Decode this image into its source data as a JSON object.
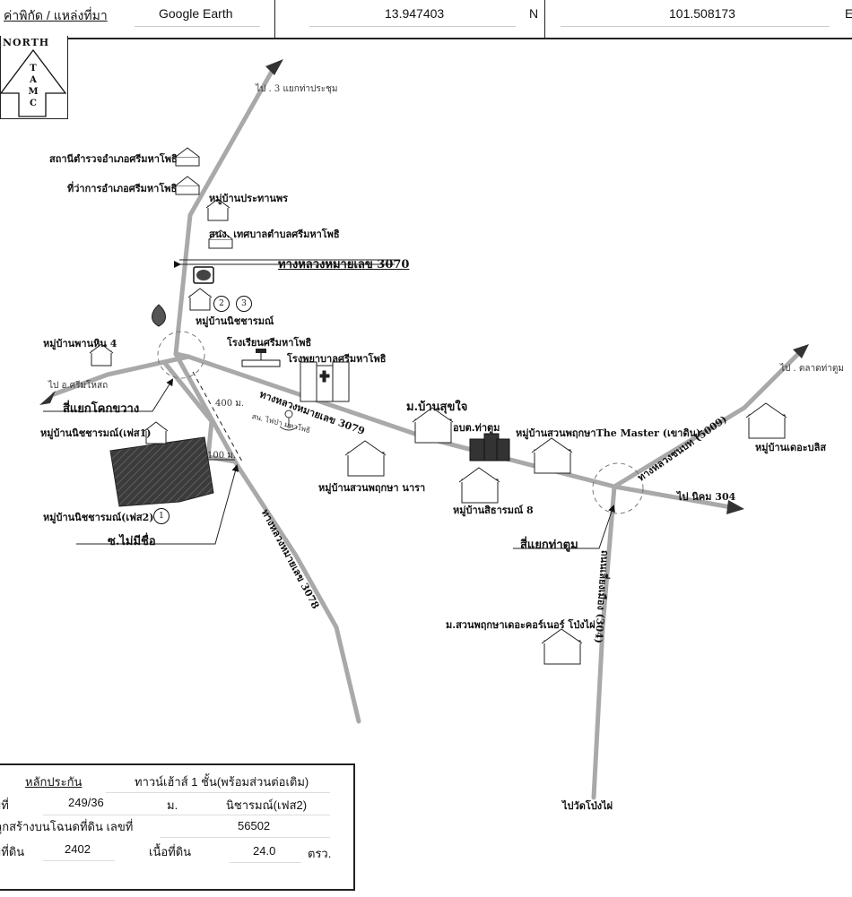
{
  "header": {
    "source_label": "ค่าพิกัด / แหล่งที่มา",
    "source_value": "Google Earth",
    "latitude": "13.947403",
    "lat_dir": "N",
    "longitude": "101.508173",
    "lon_dir": "E"
  },
  "north_arrow": {
    "label": "NORTH",
    "letters": [
      "T",
      "A",
      "M",
      "C"
    ]
  },
  "map": {
    "destinations": {
      "north": "ไป . 3 แยกท่าประชุม",
      "west": "ไป อ.ศรีมโหสถ",
      "northeast": "ไป . ตลาดท่าตูม",
      "east": "ไป นิคม 304",
      "south": "ไปวัดโป่งไผ่"
    },
    "roads": {
      "r3070": "ทางหลวงหมายเลข 3070",
      "r3079": "ทางหลวงหมายเลข 3079",
      "r3078": "ทางหลวงหมายเลข 3078",
      "r5009": "ทางหลวงชนบท (5009)",
      "r304": "ถนนเลี่ยงเมือง (304)",
      "soi": "ซ.ไม่มีชื่อ"
    },
    "junctions": {
      "west": "สี่แยกโคกขวาง",
      "east": "สี่แยกท่าตูม"
    },
    "distances": {
      "d400": "400 ม.",
      "d100": "100 ม."
    },
    "places": {
      "police": "สถานีตำรวจอำเภอศรีมหาโพธิ",
      "district_office": "ที่ว่าการอำเภอศรีมหาโพธิ",
      "pratanporn": "หมู่บ้านประทานพร",
      "municipality": "สนง. เทศบาลตำบลศรีมหาโพธิ",
      "nitcharom": "หมู่บ้านนิชชารมณ์",
      "pan_hin": "หมู่บ้านพานหิน 4",
      "school": "โรงเรียนศรีมหาโพธิ",
      "hospital": "โรงพยาบาลศรีมหาโพธิ",
      "forestry": "สน. ไฟป่า มหาโพธิ",
      "nitcharom_ph1": "หมู่บ้านนิชชารมณ์(เฟส1)",
      "nitcharom_ph2": "หมู่บ้านนิชชารมณ์(เฟส2)",
      "suan_nara": "หมู่บ้านสวนพฤกษา นารา",
      "ban_sukjai": "ม.บ้านสุขใจ",
      "obt": "อบต.ท่าตูม",
      "sitharom8": "หมู่บ้านสิธารมณ์ 8",
      "the_master": "หมู่บ้านสวนพฤกษาThe Master (เขาดิน)",
      "the_bliss": "หมู่บ้านเดอะบลิส",
      "the_corner": "ม.สวนพฤกษาเดอะคอร์เนอร์ โป่งไผ่"
    },
    "markers": [
      "1",
      "2",
      "3"
    ]
  },
  "collateral": {
    "title": "หลักประกัน",
    "type": "ทาวน์เฮ้าส์ 1 ชั้น(พร้อมส่วนต่อเติม)",
    "house_no_label": "เลขที่",
    "house_no": "249/36",
    "village_label": "ม.",
    "village": "นิชารมณ์(เฟส2)",
    "deed_label": "ปลูกสร้างบนโฉนดที่ดิน เลขที่",
    "deed_no": "56502",
    "land_no_label": "เลขที่ดิน",
    "land_no": "2402",
    "area_label": "เนื้อที่ดิน",
    "area": "24.0",
    "area_unit": "ตรว."
  }
}
